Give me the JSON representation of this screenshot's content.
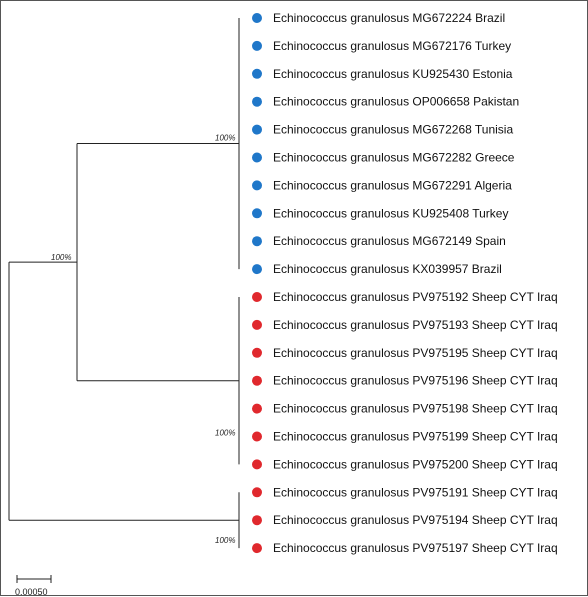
{
  "tree": {
    "colors": {
      "clade_blue": "#1f77c9",
      "clade_red": "#e0282d",
      "branch": "#222222"
    },
    "taxa": [
      {
        "label": "Echinococcus granulosus MG672224 Brazil",
        "group": "blue"
      },
      {
        "label": "Echinococcus granulosus MG672176 Turkey",
        "group": "blue"
      },
      {
        "label": "Echinococcus granulosus KU925430 Estonia",
        "group": "blue"
      },
      {
        "label": "Echinococcus granulosus OP006658 Pakistan",
        "group": "blue"
      },
      {
        "label": "Echinococcus granulosus MG672268 Tunisia",
        "group": "blue"
      },
      {
        "label": "Echinococcus granulosus MG672282 Greece",
        "group": "blue"
      },
      {
        "label": "Echinococcus granulosus MG672291 Algeria",
        "group": "blue"
      },
      {
        "label": "Echinococcus granulosus KU925408 Turkey",
        "group": "blue"
      },
      {
        "label": "Echinococcus granulosus MG672149 Spain",
        "group": "blue"
      },
      {
        "label": "Echinococcus granulosus KX039957 Brazil",
        "group": "blue"
      },
      {
        "label": "Echinococcus granulosus PV975192 Sheep CYT Iraq",
        "group": "red"
      },
      {
        "label": "Echinococcus granulosus PV975193 Sheep CYT Iraq",
        "group": "red"
      },
      {
        "label": "Echinococcus granulosus PV975195 Sheep CYT Iraq",
        "group": "red"
      },
      {
        "label": "Echinococcus granulosus PV975196 Sheep CYT Iraq",
        "group": "red"
      },
      {
        "label": "Echinococcus granulosus PV975198 Sheep CYT Iraq",
        "group": "red"
      },
      {
        "label": "Echinococcus granulosus PV975199 Sheep CYT Iraq",
        "group": "red"
      },
      {
        "label": "Echinococcus granulosus PV975200 Sheep CYT Iraq",
        "group": "red"
      },
      {
        "label": "Echinococcus granulosus PV975191 Sheep CYT Iraq",
        "group": "red"
      },
      {
        "label": "Echinococcus granulosus PV975194 Sheep CYT Iraq",
        "group": "red"
      },
      {
        "label": "Echinococcus granulosus PV975197 Sheep CYT Iraq",
        "group": "red"
      }
    ],
    "clades": [
      {
        "name": "blue-clade",
        "first": 0,
        "last": 9,
        "support": "100%"
      },
      {
        "name": "red-clade-a",
        "first": 10,
        "last": 16,
        "support": "100%"
      },
      {
        "name": "red-clade-b",
        "first": 17,
        "last": 19,
        "support": "100%"
      }
    ],
    "root_support": "100%",
    "scale_bar_label": "0.00050"
  }
}
